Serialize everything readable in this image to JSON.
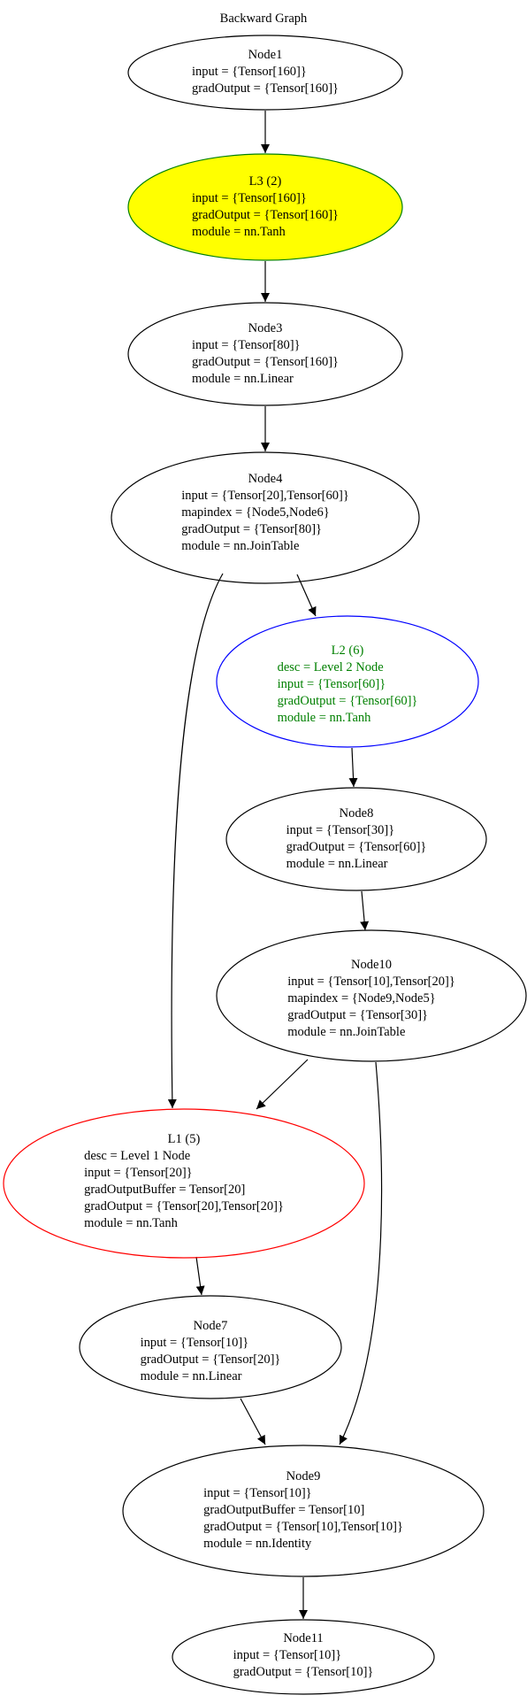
{
  "title": "Backward Graph",
  "colors": {
    "default_stroke": "#000000",
    "default_text": "#000000",
    "l3_fill": "#ffff00",
    "l3_stroke": "#008000",
    "l2_stroke": "#0000ff",
    "l2_text": "#008000",
    "l1_stroke": "#ff0000"
  },
  "nodes": [
    {
      "id": "node1",
      "lines": [
        "Node1",
        "input = {Tensor[160]}",
        "gradOutput = {Tensor[160]}"
      ]
    },
    {
      "id": "l3",
      "lines": [
        "L3 (2)",
        "input = {Tensor[160]}",
        "gradOutput = {Tensor[160]}",
        "module = nn.Tanh"
      ]
    },
    {
      "id": "node3",
      "lines": [
        "Node3",
        "input = {Tensor[80]}",
        "gradOutput = {Tensor[160]}",
        "module = nn.Linear"
      ]
    },
    {
      "id": "node4",
      "lines": [
        "Node4",
        "input = {Tensor[20],Tensor[60]}",
        "mapindex = {Node5,Node6}",
        "gradOutput = {Tensor[80]}",
        "module = nn.JoinTable"
      ]
    },
    {
      "id": "l2",
      "lines": [
        "L2 (6)",
        "desc = Level 2 Node",
        "input = {Tensor[60]}",
        "gradOutput = {Tensor[60]}",
        "module = nn.Tanh"
      ]
    },
    {
      "id": "node8",
      "lines": [
        "Node8",
        "input = {Tensor[30]}",
        "gradOutput = {Tensor[60]}",
        "module = nn.Linear"
      ]
    },
    {
      "id": "node10",
      "lines": [
        "Node10",
        "input = {Tensor[10],Tensor[20]}",
        "mapindex = {Node9,Node5}",
        "gradOutput = {Tensor[30]}",
        "module = nn.JoinTable"
      ]
    },
    {
      "id": "l1",
      "lines": [
        "L1 (5)",
        "desc = Level 1 Node",
        "input = {Tensor[20]}",
        "gradOutputBuffer = Tensor[20]",
        "gradOutput = {Tensor[20],Tensor[20]}",
        "module = nn.Tanh"
      ]
    },
    {
      "id": "node7",
      "lines": [
        "Node7",
        "input = {Tensor[10]}",
        "gradOutput = {Tensor[20]}",
        "module = nn.Linear"
      ]
    },
    {
      "id": "node9",
      "lines": [
        "Node9",
        "input = {Tensor[10]}",
        "gradOutputBuffer = Tensor[10]",
        "gradOutput = {Tensor[10],Tensor[10]}",
        "module = nn.Identity"
      ]
    },
    {
      "id": "node11",
      "lines": [
        "Node11",
        "input = {Tensor[10]}",
        "gradOutput = {Tensor[10]}"
      ]
    }
  ],
  "edges": [
    {
      "from": "node1",
      "to": "l3"
    },
    {
      "from": "l3",
      "to": "node3"
    },
    {
      "from": "node3",
      "to": "node4"
    },
    {
      "from": "node4",
      "to": "l2"
    },
    {
      "from": "node4",
      "to": "l1"
    },
    {
      "from": "l2",
      "to": "node8"
    },
    {
      "from": "node8",
      "to": "node10"
    },
    {
      "from": "node10",
      "to": "l1"
    },
    {
      "from": "node10",
      "to": "node9"
    },
    {
      "from": "l1",
      "to": "node7"
    },
    {
      "from": "node7",
      "to": "node9"
    },
    {
      "from": "node9",
      "to": "node11"
    }
  ]
}
